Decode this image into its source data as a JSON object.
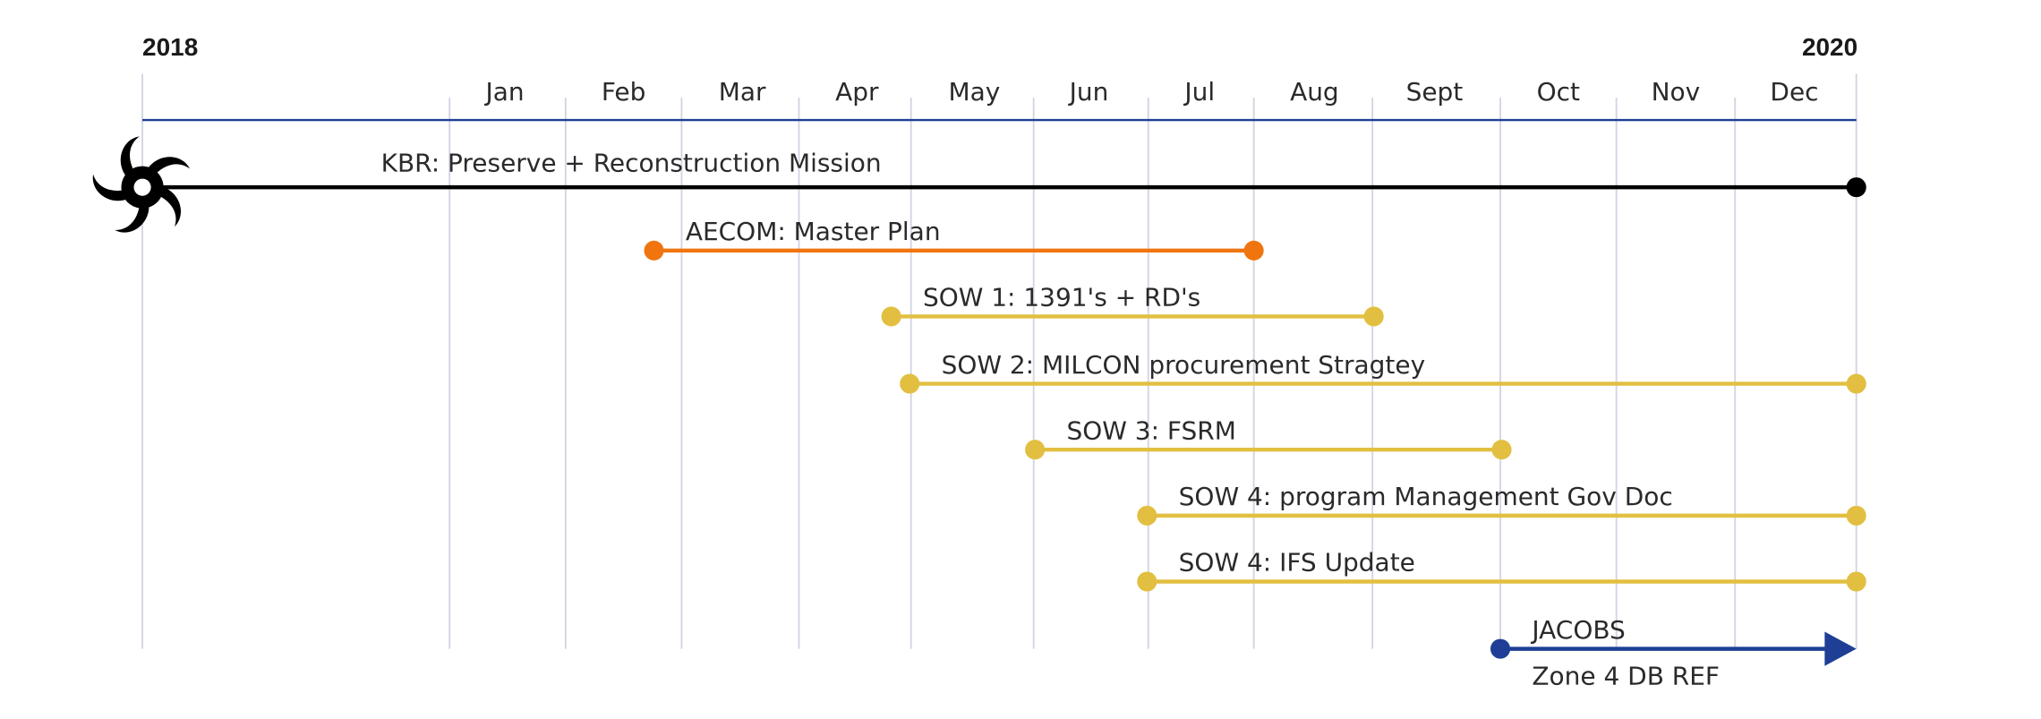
{
  "year_start": "2018",
  "year_end": "2020",
  "colors": {
    "axis": "#1e3f95",
    "gridline": "#d3d6e2",
    "black": "#000000",
    "orange": "#f0750f",
    "gold": "#e2bf41",
    "blue": "#1e3f95"
  },
  "months": [
    {
      "id": "jan",
      "label": "Jan"
    },
    {
      "id": "feb",
      "label": "Feb"
    },
    {
      "id": "mar",
      "label": "Mar"
    },
    {
      "id": "apr",
      "label": "Apr"
    },
    {
      "id": "may",
      "label": "May"
    },
    {
      "id": "jun",
      "label": "Jun"
    },
    {
      "id": "jul",
      "label": "Jul"
    },
    {
      "id": "aug",
      "label": "Aug"
    },
    {
      "id": "sept",
      "label": "Sept"
    },
    {
      "id": "oct",
      "label": "Oct"
    },
    {
      "id": "nov",
      "label": "Nov"
    },
    {
      "id": "dec",
      "label": "Dec"
    }
  ],
  "bars": [
    {
      "id": "kbr",
      "label": "KBR: Preserve + Reconstruction Mission",
      "color": "black",
      "start_marker": "hurricane-icon",
      "end_marker": "dot"
    },
    {
      "id": "aecom",
      "label": "AECOM: Master Plan",
      "color": "orange",
      "start_marker": "dot",
      "end_marker": "dot"
    },
    {
      "id": "sow1",
      "label": "SOW 1: 1391's + RD's",
      "color": "gold",
      "start_marker": "dot",
      "end_marker": "dot"
    },
    {
      "id": "sow2",
      "label": "SOW 2: MILCON procurement Stragtey",
      "color": "gold",
      "start_marker": "dot",
      "end_marker": "dot"
    },
    {
      "id": "sow3",
      "label": "SOW 3: FSRM",
      "color": "gold",
      "start_marker": "dot",
      "end_marker": "dot"
    },
    {
      "id": "sow4a",
      "label": "SOW 4: program Management Gov Doc",
      "color": "gold",
      "start_marker": "dot",
      "end_marker": "dot"
    },
    {
      "id": "sow4b",
      "label": "SOW 4: IFS Update",
      "color": "gold",
      "start_marker": "dot",
      "end_marker": "dot"
    },
    {
      "id": "jacobs",
      "label": "JACOBS",
      "sublabel": "Zone 4 DB REF",
      "color": "blue",
      "start_marker": "dot",
      "end_marker": "arrow-icon"
    }
  ]
}
